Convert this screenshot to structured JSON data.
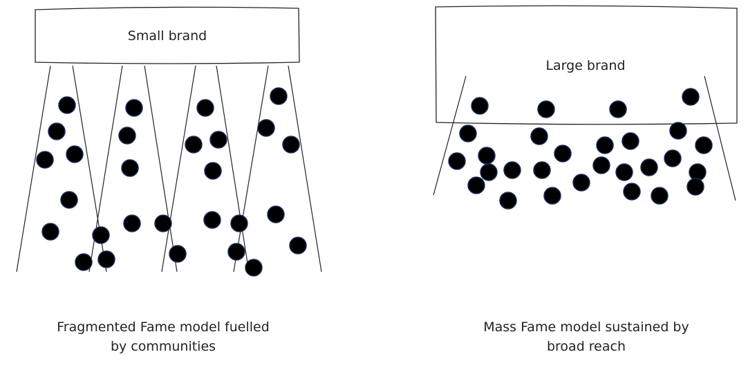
{
  "left_panel": {
    "box_label": "Small brand",
    "caption_line1": "Fragmented Fame model fuelled",
    "caption_line2": "by communities"
  },
  "right_panel": {
    "box_label": "Large brand",
    "caption_line1": "Mass Fame model sustained by",
    "caption_line2": "broad reach"
  },
  "colors": {
    "line": "#222222",
    "dot": "#000000",
    "dot_outline": "#1a2f5a",
    "background": "#ffffff"
  }
}
